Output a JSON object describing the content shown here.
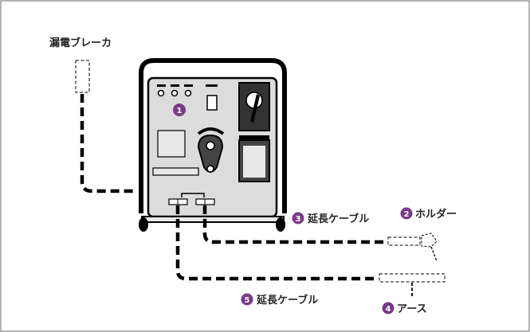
{
  "labels": {
    "breaker": "漏電ブレーカ",
    "holder_num": "2",
    "holder": "ホルダー",
    "ext_cable_upper_num": "3",
    "ext_cable_upper": "延長ケーブル",
    "earth_num": "4",
    "earth": "アース",
    "ext_cable_lower_num": "5",
    "ext_cable_lower": "延長ケーブル",
    "welder_num": "1"
  },
  "colors": {
    "badge": "#7a3a86",
    "panel": "#dcdcdc",
    "frame": "#000000",
    "border": "#9a9a9a"
  }
}
